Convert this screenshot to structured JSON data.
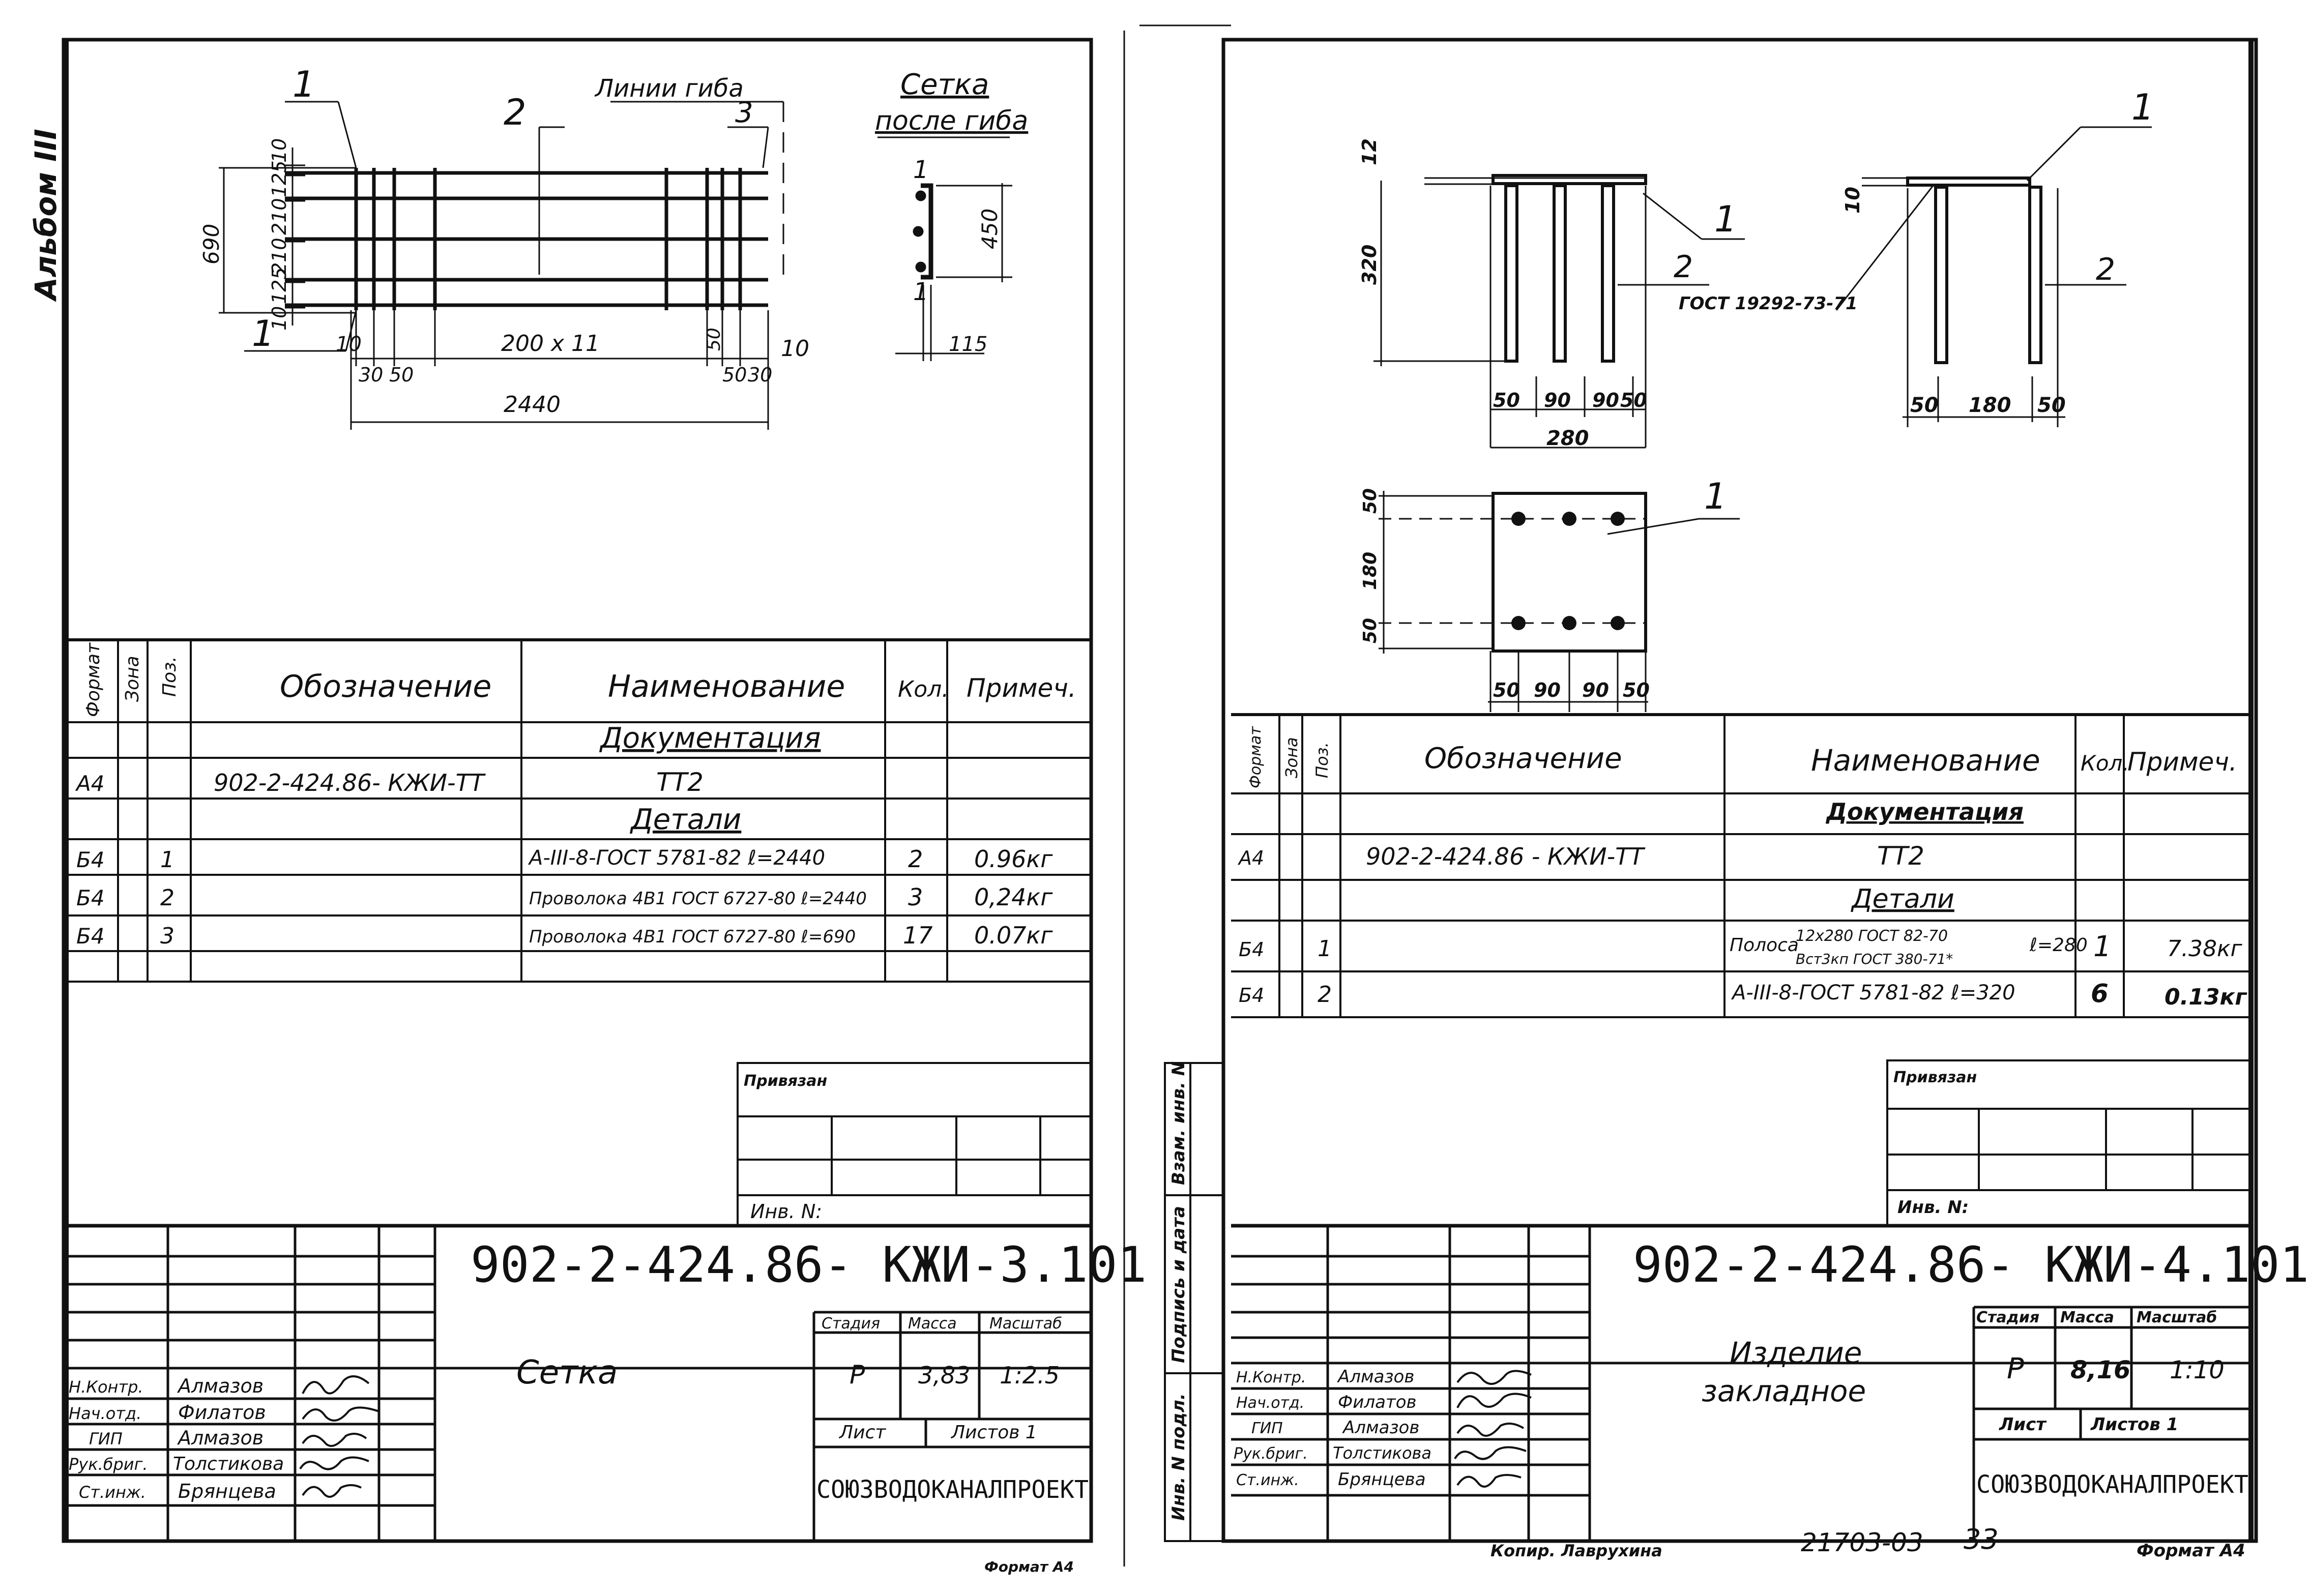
{
  "album_label": "Альбом III",
  "left": {
    "drawing": {
      "leader_labels": [
        "1",
        "2",
        "3",
        "1"
      ],
      "bend_lines_label": "Линии гиба",
      "section_title_1": "Сетка",
      "section_title_2": "после гиба",
      "dims": {
        "height_total": "690",
        "v_10_top": "10",
        "v_125_a": "125",
        "v_210_a": "210",
        "v_210_b": "210",
        "v_125_b": "125",
        "v_10_bot": "10",
        "h_10_left": "10",
        "h_30_left": "30",
        "h_50_left": "50",
        "h_mid": "200 x 11",
        "h_50_right_up": "50",
        "h_50_right": "50",
        "h_30_right": "30",
        "h_10_right": "10",
        "length_total": "2440",
        "sec_450": "450",
        "sec_115": "115",
        "sec_1a": "1",
        "sec_1b": "1"
      }
    },
    "spec": {
      "headers": {
        "format": "Формат",
        "zone": "Зона",
        "pos": "Поз.",
        "designation": "Обозначение",
        "name": "Наименование",
        "qty": "Кол.",
        "note": "Примеч."
      },
      "section_docs": "Документация",
      "section_parts": "Детали",
      "rows": [
        {
          "format": "А4",
          "pos": "",
          "designation": "902-2-424.86- КЖИ-ТТ",
          "name": "ТТ2",
          "qty": "",
          "note": ""
        },
        {
          "format": "Б4",
          "pos": "1",
          "designation": "",
          "name": "A-III-8-ГОСТ 5781-82  ℓ=2440",
          "qty": "2",
          "note": "0.96кг"
        },
        {
          "format": "Б4",
          "pos": "2",
          "designation": "",
          "name": "Проволока 4В1 ГОСТ 6727-80 ℓ=2440",
          "qty": "3",
          "note": "0,24кг"
        },
        {
          "format": "Б4",
          "pos": "3",
          "designation": "",
          "name": "Проволока 4В1 ГОСТ 6727-80  ℓ=690",
          "qty": "17",
          "note": "0.07кг"
        }
      ]
    },
    "stamp": {
      "privyazan": "Привязан",
      "inv": "Инв. N:",
      "code": "902-2-424.86- КЖИ-3.101",
      "title": "Сетка",
      "stage_label": "Стадия",
      "mass_label": "Масса",
      "scale_label": "Масштаб",
      "stage": "Р",
      "mass": "3,83",
      "scale": "1:2.5",
      "sheet_label": "Лист",
      "sheets_label": "Листов 1",
      "org": "СОЮЗВОДОКАНАЛПРОЕКТ",
      "people": [
        {
          "role": "Н.Контр.",
          "name": "Алмазов"
        },
        {
          "role": "Нач.отд.",
          "name": "Филатов"
        },
        {
          "role": "ГИП",
          "name": "Алмазов"
        },
        {
          "role": "Рук.бриг.",
          "name": "Толстикова"
        },
        {
          "role": "Ст.инж.",
          "name": "Брянцева"
        }
      ]
    },
    "format_label": "Формат А4"
  },
  "right": {
    "drawing": {
      "labels": [
        "1",
        "2",
        "1",
        "2",
        "1"
      ],
      "gost": "ГОСТ 19292-73-71",
      "dims": {
        "t12": "12",
        "h320": "320",
        "b50a": "50",
        "b90a": "90",
        "b90b": "90",
        "b50b": "50",
        "w280": "280",
        "t10": "10",
        "s50a": "50",
        "s180": "180",
        "s50b": "50",
        "p50a": "50",
        "p180": "180",
        "p50b": "50",
        "pb50a": "50",
        "pb90a": "90",
        "pb90b": "90",
        "pb50b": "50"
      }
    },
    "spec": {
      "headers": {
        "format": "Формат",
        "zone": "Зона",
        "pos": "Поз.",
        "designation": "Обозначение",
        "name": "Наименование",
        "qty": "Кол.",
        "note": "Примеч."
      },
      "section_docs": "Документация",
      "section_parts": "Детали",
      "rows": [
        {
          "format": "А4",
          "pos": "",
          "designation": "902-2-424.86 -  КЖИ-ТТ",
          "name": "ТТ2",
          "qty": "",
          "note": ""
        },
        {
          "format": "Б4",
          "pos": "1",
          "designation": "",
          "name_a": "Полоса",
          "name_b": "12x280 ГОСТ 82-70",
          "name_c": "Вст3кп ГОСТ 380-71*",
          "name_d": "ℓ=280",
          "qty": "1",
          "note": "7.38кг"
        },
        {
          "format": "Б4",
          "pos": "2",
          "designation": "",
          "name": "A-III-8-ГОСТ 5781-82   ℓ=320",
          "qty": "6",
          "note": "0.13кг"
        }
      ]
    },
    "side_stamp": [
      "Инв. N подл.",
      "Подпись и дата",
      "Взам. инв. N"
    ],
    "stamp": {
      "privyazan": "Привязан",
      "inv": "Инв. N:",
      "code": "902-2-424.86- КЖИ-4.101",
      "title_1": "Изделие",
      "title_2": "закладное",
      "stage_label": "Стадия",
      "mass_label": "Масса",
      "scale_label": "Масштаб",
      "stage": "Р",
      "mass": "8,16",
      "scale": "1:10",
      "sheet_label": "Лист",
      "sheets_label": "Листов 1",
      "org": "СОЮЗВОДОКАНАЛПРОЕКТ",
      "people": [
        {
          "role": "Н.Контр.",
          "name": "Алмазов"
        },
        {
          "role": "Нач.отд.",
          "name": "Филатов"
        },
        {
          "role": "ГИП",
          "name": "Алмазов"
        },
        {
          "role": "Рук.бриг.",
          "name": "Толстикова"
        },
        {
          "role": "Ст.инж.",
          "name": "Брянцева"
        }
      ]
    },
    "copied": "Копир. Лаврухина",
    "doc_number": "21703-03",
    "page_number": "33",
    "format_label": "Формат А4"
  }
}
